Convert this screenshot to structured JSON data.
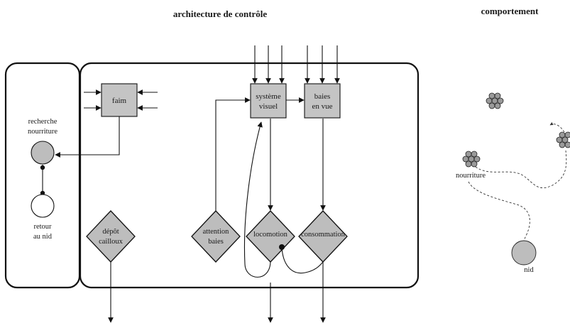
{
  "titles": {
    "architecture": "architecture de contrôle",
    "behaviour": "comportement"
  },
  "states": {
    "search": [
      "recherche",
      "nourriture"
    ],
    "return": [
      "retour",
      "au nid"
    ]
  },
  "modules": {
    "hunger": "faim",
    "visual": [
      "système",
      "visuel"
    ],
    "berries_seen": [
      "baies",
      "en vue"
    ]
  },
  "behaviours": {
    "drop": [
      "dépôt",
      "cailloux"
    ],
    "attention": [
      "attention",
      "baies"
    ],
    "locomotion": "locomotion",
    "consumption": "consommation"
  },
  "scene": {
    "food": "nourriture",
    "nest": "nid"
  },
  "colors": {
    "fill_box": "#c4c4c4",
    "fill_diamond": "#bdbdbd",
    "fill_nest": "#bdbdbd",
    "stroke": "#111111"
  }
}
